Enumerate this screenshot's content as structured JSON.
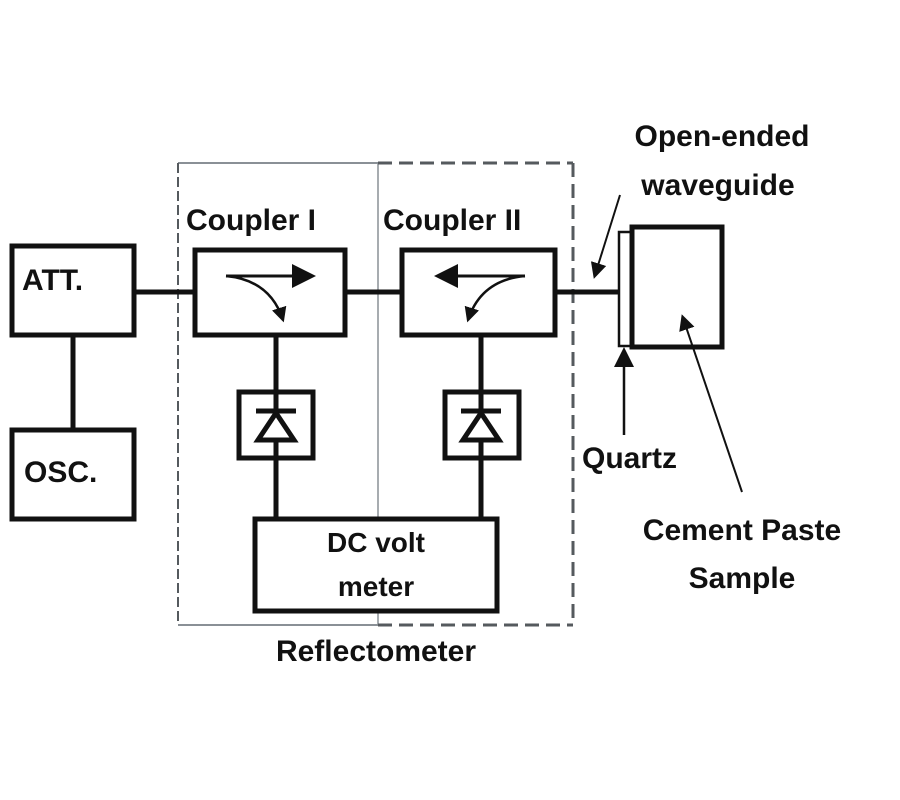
{
  "diagram": {
    "type": "block-diagram",
    "colors": {
      "stroke": "#111111",
      "region_border": "#8a9096",
      "dashed_border": "#555a5e",
      "background": "#ffffff"
    },
    "blocks": {
      "attenuator": {
        "label": "ATT."
      },
      "oscillator": {
        "label": "OSC."
      },
      "coupler1": {
        "label": "Coupler I"
      },
      "coupler2": {
        "label": "Coupler II"
      },
      "voltmeter": {
        "line1": "DC volt",
        "line2": "meter"
      },
      "sample": {
        "label_line1": "Cement Paste",
        "label_line2": "Sample"
      }
    },
    "annotations": {
      "waveguide_line1": "Open-ended",
      "waveguide_line2": "waveguide",
      "quartz": "Quartz",
      "reflectometer": "Reflectometer"
    },
    "icons": {
      "diode": "diode-detector-icon",
      "coupler_arrow": "directional-coupler-arrow-icon"
    }
  }
}
